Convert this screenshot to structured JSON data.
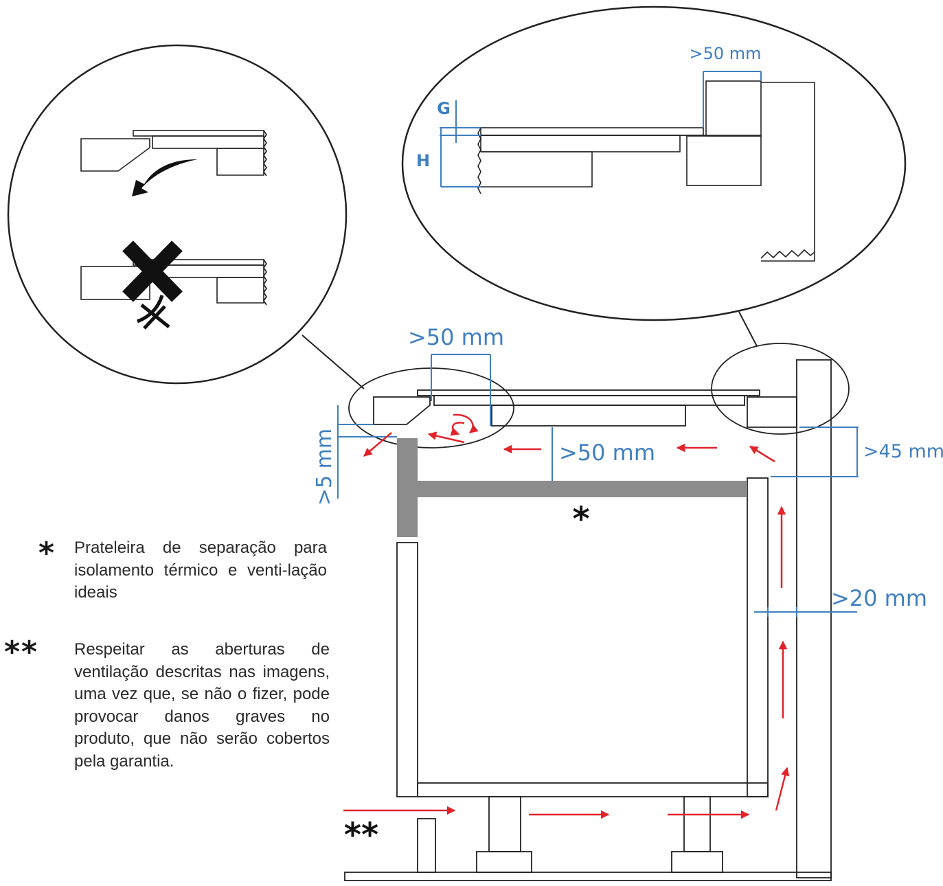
{
  "labels": {
    "top_gap": ">50 mm",
    "zoom_gap": ">50 mm",
    "g": "G",
    "h": "H",
    "mid_gap": ">50 mm",
    "side_gap": ">45 mm",
    "front_gap": ">5 mm",
    "rear_gap": ">20 mm"
  },
  "markers": {
    "shelf": "*",
    "vent": "**"
  },
  "legend": [
    {
      "mark": "*",
      "text": "Prateleira de separação para isolamento térmico e venti-lação ideais"
    },
    {
      "mark": "**",
      "text": "Respeitar as aberturas de ventilação descritas nas imagens, uma vez que, se não o fizer, pode provocar danos graves no produto, que não serão cobertos pela garantia."
    }
  ],
  "colors": {
    "dimension": "#3f7fbf",
    "airflow": "#e0242a",
    "shelf": "#8c8c8c",
    "outline": "#222222"
  }
}
